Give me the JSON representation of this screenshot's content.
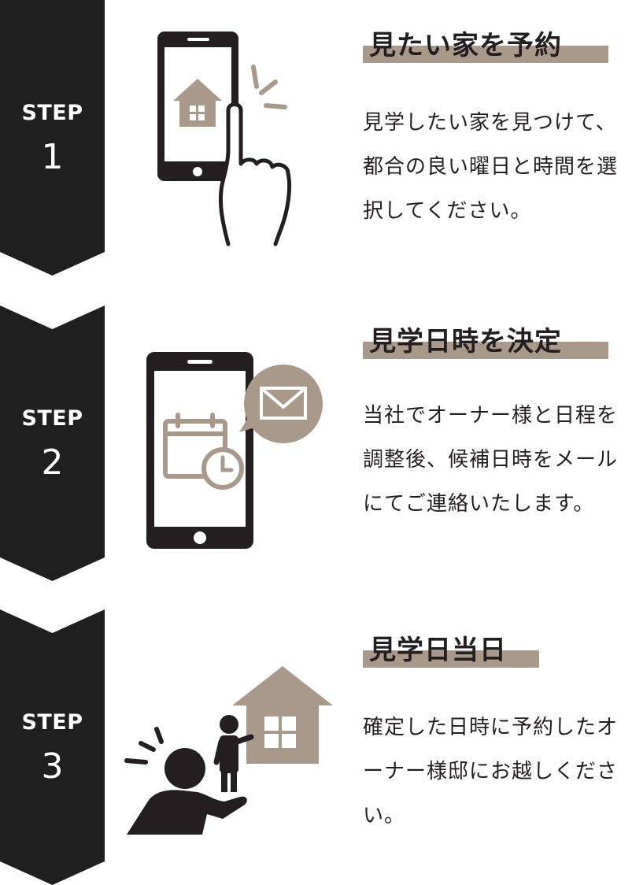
{
  "colors": {
    "dark": "#231f20",
    "accent": "#a8998a",
    "banner": "#1f1f1f",
    "background": "#ffffff"
  },
  "steps": [
    {
      "label": "STEP",
      "number": "1",
      "title": "見たい家を予約",
      "description": "見学したい家を見つけて、都合の良い曜日と時間を選択してください。",
      "illustration": "phone-house-tap-icon"
    },
    {
      "label": "STEP",
      "number": "2",
      "title": "見学日時を決定",
      "description": "当社でオーナー様と日程を調整後、候補日時をメールにてご連絡いたします。",
      "illustration": "phone-calendar-mail-icon"
    },
    {
      "label": "STEP",
      "number": "3",
      "title": "見学日当日",
      "description": "確定した日時に予約したオーナー様邸にお越しください。",
      "illustration": "visit-owner-house-icon"
    }
  ]
}
